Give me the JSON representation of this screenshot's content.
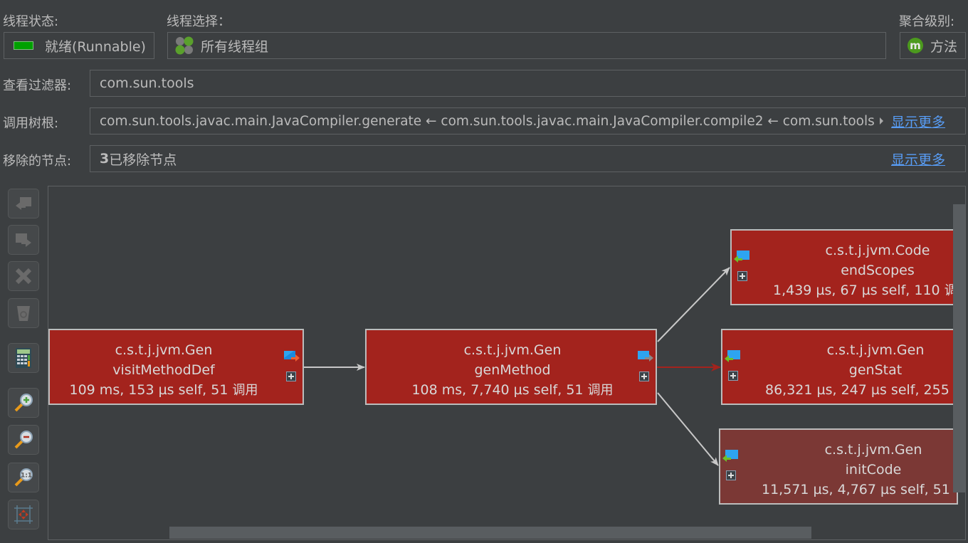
{
  "thread_state": {
    "label": "线程状态:",
    "value": "就绪(Runnable)",
    "icon": "green-bar-icon",
    "color": "#00a000"
  },
  "thread_select": {
    "label": "线程选择：",
    "value": "所有线程组",
    "icon": "thread-group-icon"
  },
  "aggregation": {
    "label": "聚合级别:",
    "value": "方法",
    "icon": "method-m-icon",
    "icon_letter": "m"
  },
  "view_filter": {
    "label": "查看过滤器:",
    "value": "com.sun.tools"
  },
  "call_tree_root": {
    "label": "调用树根:",
    "value": "com.sun.tools.javac.main.JavaCompiler.generate ← com.sun.tools.javac.main.JavaCompiler.compile2 ← com.sun.tools",
    "more_link": "显示更多"
  },
  "removed_nodes": {
    "label": "移除的节点:",
    "count": "3",
    "text": "已移除节点",
    "more_link": "显示更多"
  },
  "toolbar": [
    {
      "name": "expand-back-button",
      "icon": "back-arrow-icon"
    },
    {
      "name": "expand-forward-button",
      "icon": "forward-arrow-icon"
    },
    {
      "name": "remove-button",
      "icon": "x-icon"
    },
    {
      "name": "trash-button",
      "icon": "trash-icon"
    },
    {
      "name": "calculator-button",
      "icon": "calculator-icon"
    },
    {
      "name": "zoom-in-button",
      "icon": "zoom-in-icon"
    },
    {
      "name": "zoom-out-button",
      "icon": "zoom-out-icon"
    },
    {
      "name": "zoom-actual-button",
      "icon": "zoom-1to1-icon",
      "icon_text": "1:1"
    },
    {
      "name": "fit-content-button",
      "icon": "fit-icon"
    }
  ],
  "graph": {
    "nodes": [
      {
        "id": "visitMethodDef",
        "class": "c.s.t.j.jvm.Gen",
        "method": "visitMethodDef",
        "stats": "109 ms, 153 µs self, 51",
        "calls_suffix": "调用"
      },
      {
        "id": "genMethod",
        "class": "c.s.t.j.jvm.Gen",
        "method": "genMethod",
        "stats": "108 ms, 7,740 µs self, 51",
        "calls_suffix": "调用"
      },
      {
        "id": "endScopes",
        "class": "c.s.t.j.jvm.Code",
        "method": "endScopes",
        "stats": "1,439 µs, 67 µs self, 110",
        "calls_suffix": "调"
      },
      {
        "id": "genStat",
        "class": "c.s.t.j.jvm.Gen",
        "method": "genStat",
        "stats": "86,321 µs, 247 µs self, 255",
        "calls_suffix": ""
      },
      {
        "id": "initCode",
        "class": "c.s.t.j.jvm.Gen",
        "method": "initCode",
        "stats": "11,571 µs, 4,767 µs self, 51",
        "calls_suffix": ""
      }
    ],
    "edges": [
      {
        "from": "visitMethodDef",
        "to": "genMethod",
        "hot": false
      },
      {
        "from": "genMethod",
        "to": "endScopes",
        "hot": false
      },
      {
        "from": "genMethod",
        "to": "genStat",
        "hot": true
      },
      {
        "from": "genMethod",
        "to": "initCode",
        "hot": false
      }
    ],
    "colors": {
      "hot_node": "#a3231d",
      "cool_node": "#7b3835",
      "hot_edge": "#a3231d",
      "edge": "#c8c8c8"
    }
  }
}
